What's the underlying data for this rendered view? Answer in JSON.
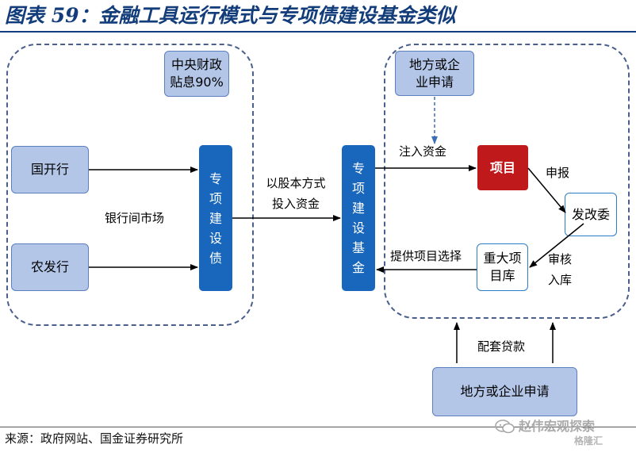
{
  "title": "图表 59：金融工具运行模式与专项债建设基金类似",
  "source": "来源：政府网站、国金证券研究所",
  "watermark": {
    "name": "赵伟宏观探索",
    "sub": "格隆汇"
  },
  "nodes": {
    "central_fiscal": "中央财政贴息90%",
    "cdb": "国开行",
    "adbc": "农发行",
    "special_bond": "专项建设债",
    "special_fund": "专项建设基金",
    "local_apply_top": "地方或企业申请",
    "project": "项目",
    "ndrc": "发改委",
    "major_project_lib": "重大项目库",
    "local_apply_bottom": "地方或企业申请"
  },
  "labels": {
    "interbank": "银行间市场",
    "equity_invest": "以股本方式投入资金",
    "inject": "注入资金",
    "report": "申报",
    "review": "审核入库",
    "provide": "提供项目选择",
    "loan": "配套贷款"
  },
  "colors": {
    "title": "#123d7a",
    "light_box": "#b3c6e8",
    "dark_box": "#1867bd",
    "project_box": "#c0191b",
    "dashed_border": "#4a5f8c"
  }
}
